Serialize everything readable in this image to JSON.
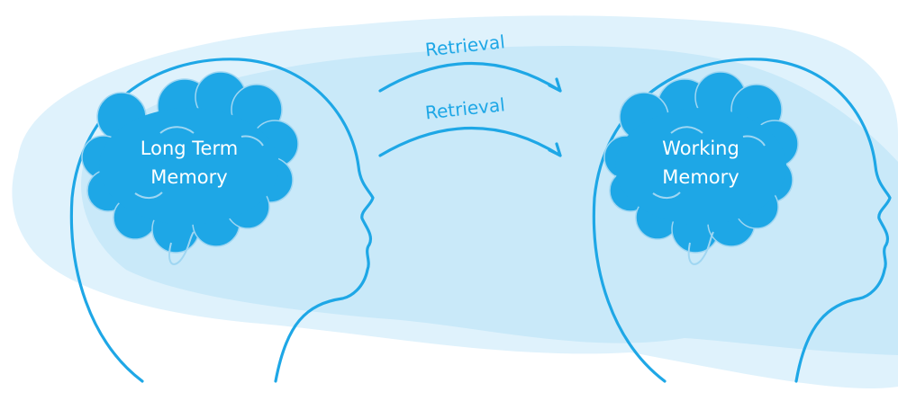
{
  "colors": {
    "outline": "#1ea7e6",
    "brain_fill": "#1ea7e6",
    "wash_light": "#dff2fc",
    "wash_mid": "#c9e9f9",
    "label_text": "#ffffff"
  },
  "arrows": [
    {
      "label": "Retrieval"
    },
    {
      "label": "Retrieval"
    }
  ],
  "heads": {
    "left": {
      "icon": "head-silhouette-icon",
      "brain_label_line1": "Long Term",
      "brain_label_line2": "Memory"
    },
    "right": {
      "icon": "head-silhouette-icon",
      "brain_label_line1": "Working",
      "brain_label_line2": "Memory"
    }
  }
}
